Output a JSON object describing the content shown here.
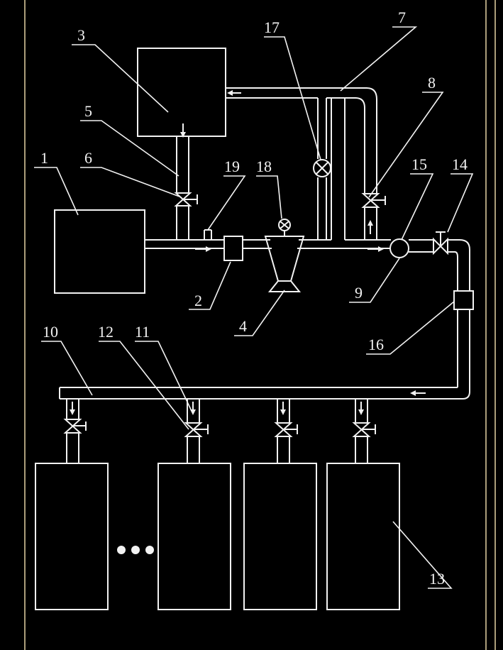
{
  "diagram": {
    "labels": {
      "n1": "1",
      "n2": "2",
      "n3": "3",
      "n4": "4",
      "n5": "5",
      "n6": "6",
      "n7": "7",
      "n8": "8",
      "n9": "9",
      "n10": "10",
      "n11": "11",
      "n12": "12",
      "n13": "13",
      "n14": "14",
      "n15": "15",
      "n16": "16",
      "n17": "17",
      "n18": "18",
      "n19": "19"
    },
    "colors": {
      "background": "#000000",
      "lines": "#f2f2f2",
      "frame": "#d8c79a"
    }
  }
}
